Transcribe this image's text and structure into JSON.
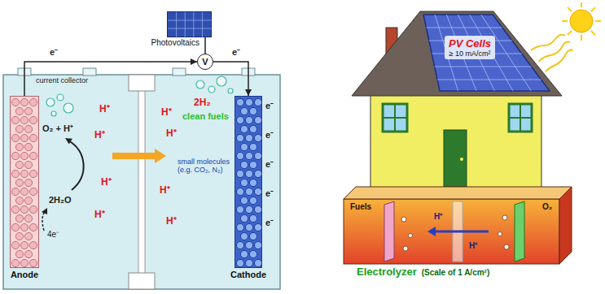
{
  "diagram": {
    "nodes": [
      {
        "text": [
          "Photovoltaics"
        ]
      },
      {
        "text": [
          "V"
        ]
      },
      {
        "text": [
          "Anode"
        ]
      },
      {
        "text": [
          "Cathode"
        ]
      },
      {
        "text": [
          "PV Cells",
          "≥ 10 mA/cm²"
        ]
      },
      {
        "text": [
          "Electrolyzer",
          "(Scale of 1 A/cm²)"
        ]
      }
    ],
    "edges": [
      {
        "from": 2,
        "to": 1,
        "arrow": "to",
        "label": "e⁻"
      },
      {
        "from": 1,
        "to": 3,
        "arrow": "to",
        "label": "e⁻"
      },
      {
        "from": 0,
        "to": 1,
        "arrow": "none"
      }
    ],
    "labels": [
      "current collector",
      "O₂ + H⁺",
      "H⁺",
      "H⁺",
      "H⁺",
      "H⁺",
      "H⁺",
      "H⁺",
      "H⁺",
      "H⁺",
      "2H₂",
      "clean fuels",
      "small molecules (e.g. CO₂, N₂)",
      "2H₂O",
      "4e⁻",
      "e⁻",
      "e⁻",
      "e⁻",
      "e⁻",
      "e⁻",
      "Fuels",
      "O₂",
      "H⁺",
      "H⁺"
    ]
  }
}
